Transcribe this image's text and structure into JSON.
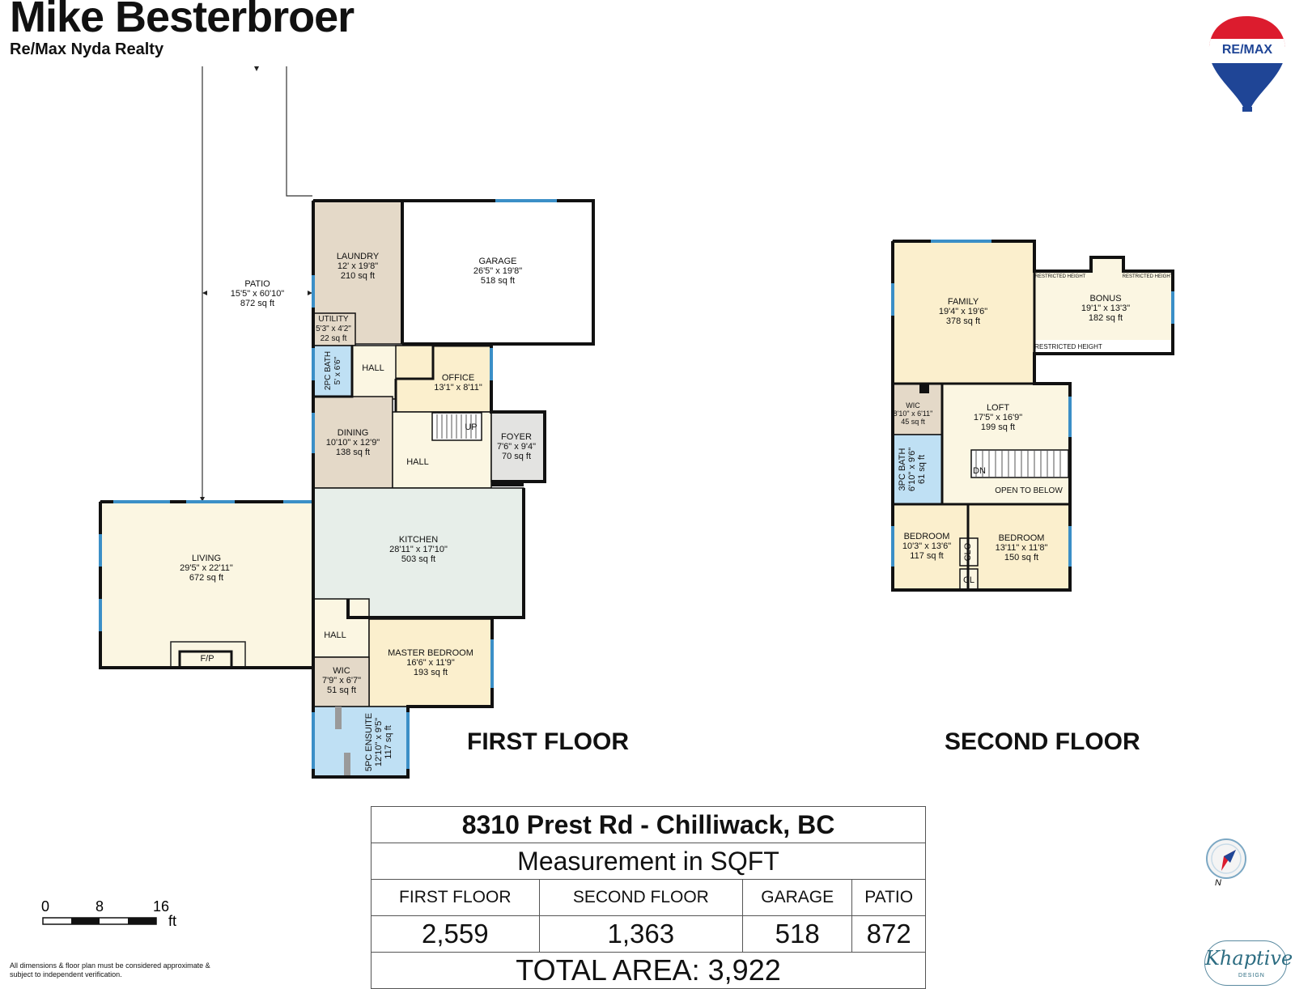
{
  "header": {
    "agent_name": "Mike Besterbroer",
    "company": "Re/Max Nyda Realty",
    "logo_text": "RE/MAX"
  },
  "colors": {
    "beige": "#e4d9c8",
    "cream": "#fbf6e2",
    "yellow": "#fbefcd",
    "blue": "#bfe0f4",
    "green": "#e7eee9",
    "grey": "#e3e3e1",
    "window": "#3b8fc7"
  },
  "first_floor": {
    "label": "FIRST FLOOR",
    "rooms": {
      "patio": [
        "PATIO",
        "15'5\" x 60'10\"",
        "872 sq ft"
      ],
      "laundry": [
        "LAUNDRY",
        "12' x 19'8\"",
        "210 sq ft"
      ],
      "garage": [
        "GARAGE",
        "26'5\" x 19'8\"",
        "518 sq ft"
      ],
      "utility": [
        "UTILITY",
        "5'3\" x 4'2\"",
        "22 sq ft"
      ],
      "bath2": [
        "2PC BATH",
        "5' x 6'6\""
      ],
      "hall_top": "HALL",
      "office": [
        "OFFICE",
        "13'1\" x 8'11\""
      ],
      "up": "UP",
      "dining": [
        "DINING",
        "10'10\" x 12'9\"",
        "138 sq ft"
      ],
      "hall_mid": "HALL",
      "foyer": [
        "FOYER",
        "7'6\" x 9'4\"",
        "70 sq ft"
      ],
      "kitchen": [
        "KITCHEN",
        "28'11\" x 17'10\"",
        "503 sq ft"
      ],
      "living": [
        "LIVING",
        "29'5\" x 22'11\"",
        "672 sq ft"
      ],
      "fireplace": "F/P",
      "hall_low": "HALL",
      "master": [
        "MASTER BEDROOM",
        "16'6\" x 11'9\"",
        "193 sq ft"
      ],
      "wic": [
        "WIC",
        "7'9\" x 6'7\"",
        "51 sq ft"
      ],
      "ensuite": [
        "5PC ENSUITE",
        "12'10\" x 9'5\"",
        "117 sq ft"
      ]
    }
  },
  "second_floor": {
    "label": "SECOND FLOOR",
    "rooms": {
      "family": [
        "FAMILY",
        "19'4\" x 19'6\"",
        "378 sq ft"
      ],
      "bonus": [
        "BONUS",
        "19'1\" x 13'3\"",
        "182 sq ft"
      ],
      "restricted": "RESTRICTED HEIGHT",
      "wic": [
        "WIC",
        "8'10\" x 6'11\"",
        "45 sq ft"
      ],
      "loft": [
        "LOFT",
        "17'5\" x 16'9\"",
        "199 sq ft"
      ],
      "bath3": [
        "3PC BATH",
        "6'10\" x 9'6\"",
        "61 sq ft"
      ],
      "dn": "DN",
      "open": "OPEN TO BELOW",
      "bed1": [
        "BEDROOM",
        "10'3\" x 13'6\"",
        "117 sq ft"
      ],
      "clo": "CLO",
      "cl": "CL",
      "bed2": [
        "BEDROOM",
        "13'11\" x 11'8\"",
        "150 sq ft"
      ]
    }
  },
  "summary": {
    "address": "8310 Prest Rd - Chilliwack, BC",
    "measurement": "Measurement in SQFT",
    "columns": [
      "FIRST FLOOR",
      "SECOND FLOOR",
      "GARAGE",
      "PATIO"
    ],
    "values": [
      "2,559",
      "1,363",
      "518",
      "872"
    ],
    "total": "TOTAL AREA: 3,922"
  },
  "scale": {
    "ticks": [
      "0",
      "8",
      "16"
    ],
    "unit": "ft"
  },
  "compass_label": "N",
  "disclaimer": "All dimensions & floor plan must be considered approximate & subject to independent verification.",
  "brand_mark": {
    "text": "Khaptive",
    "sub": "DESIGN"
  }
}
